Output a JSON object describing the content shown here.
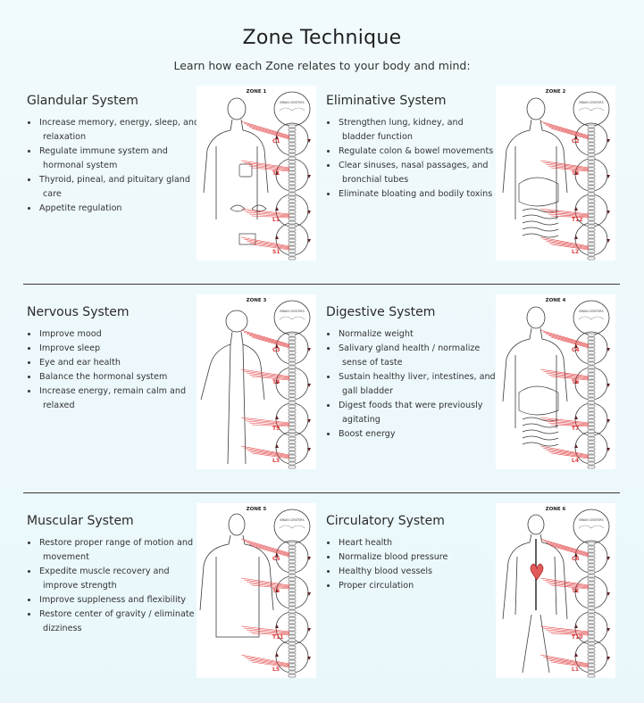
{
  "header": {
    "title": "Zone Technique",
    "subtitle": "Learn how each Zone relates to your body and mind:"
  },
  "systems": [
    {
      "name": "Glandular System",
      "zone_label": "ZONE 1",
      "items": [
        "Increase memory, energy, sleep, and",
        "relaxation",
        "Regulate immune system and",
        "hormonal system",
        "Thyroid, pineal, and pituitary gland",
        "care",
        "Appetite regulation"
      ],
      "spine_labels": [
        "C1",
        "T1",
        "L1",
        "S1"
      ]
    },
    {
      "name": "Eliminative System",
      "zone_label": "ZONE 2",
      "items": [
        "Strengthen lung, kidney, and",
        "bladder function",
        "Regulate colon & bowel movements",
        "Clear sinuses, nasal passages, and",
        "bronchial tubes",
        "Eliminate bloating and bodily toxins"
      ],
      "spine_labels": [
        "C2",
        "T3",
        "T12",
        "L2"
      ]
    },
    {
      "name": "Nervous System",
      "zone_label": "ZONE 3",
      "items": [
        "Improve mood",
        "Improve sleep",
        "Eye and ear health",
        "Balance the hormonal system",
        "Increase energy, remain calm and",
        "relaxed"
      ],
      "spine_labels": [
        "C3",
        "T4",
        "T9",
        "L3"
      ]
    },
    {
      "name": "Digestive System",
      "zone_label": "ZONE 4",
      "items": [
        "Normalize weight",
        "Salivary gland health / normalize",
        "sense of taste",
        "Sustain healthy liver, intestines, and",
        "gall bladder",
        "Digest foods that were previously",
        "agitating",
        "Boost energy"
      ],
      "spine_labels": [
        "C4",
        "T6",
        "T7",
        "L4"
      ]
    },
    {
      "name": "Muscular System",
      "zone_label": "ZONE 5",
      "items": [
        "Restore proper range of motion and",
        "movement",
        "Expedite muscle recovery and",
        "improve strength",
        "Improve suppleness and flexibility",
        "Restore center of gravity / eliminate",
        "dizziness"
      ],
      "spine_labels": [
        "C5",
        "T5",
        "T11",
        "L5"
      ]
    },
    {
      "name": "Circulatory System",
      "zone_label": "ZONE 6",
      "items": [
        "Heart health",
        "Normalize blood pressure",
        "Healthy blood vessels",
        "Proper circulation"
      ],
      "spine_labels": [
        "C6",
        "T2",
        "T10",
        "L1"
      ]
    }
  ],
  "brain_label": "BRAIN CENTERS",
  "colors": {
    "accent_red": "#e0393b",
    "arrow": "#5a1f1f",
    "line": "#3a3a3a"
  }
}
